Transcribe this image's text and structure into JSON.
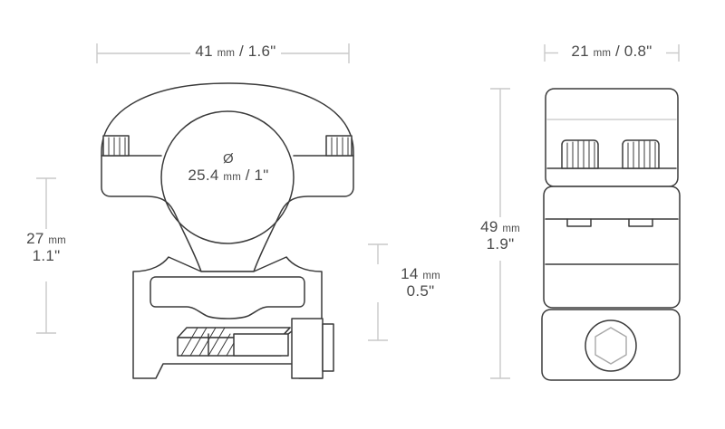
{
  "page": {
    "title": "Scope mount ring technical dimension drawing",
    "background_color": "#ffffff",
    "line_color": "#3a3a3a",
    "dimension_line_color": "#c9c9c9",
    "text_color": "#4a4a4a"
  },
  "dimensions": {
    "width_top": {
      "label": "width-41mm",
      "value": "41",
      "unit": "mm",
      "separator": "/",
      "imperial": "1.6\"",
      "full_text": "41 mm / 1.6\"",
      "orientation": "horizontal",
      "view": "front"
    },
    "width_side": {
      "label": "width-21mm",
      "value": "21",
      "unit": "mm",
      "separator": "/",
      "imperial": "0.8\"",
      "full_text": "21 mm / 0.8\"",
      "orientation": "horizontal",
      "view": "side"
    },
    "height_left": {
      "label": "height-27mm",
      "value": "27",
      "unit": "mm",
      "imperial": "1.1\"",
      "full_text": "27 mm 1.1\"",
      "orientation": "vertical",
      "view": "front"
    },
    "height_base": {
      "label": "height-14mm",
      "value": "14",
      "unit": "mm",
      "imperial": "0.5\"",
      "full_text": "14 mm 0.5\"",
      "orientation": "vertical",
      "view": "front"
    },
    "height_side": {
      "label": "height-49mm",
      "value": "49",
      "unit": "mm",
      "imperial": "1.9\"",
      "full_text": "49 mm 1.9\"",
      "orientation": "vertical",
      "view": "side"
    },
    "bore_diameter": {
      "label": "bore-diameter",
      "symbol": "Ø",
      "value": "25.4",
      "unit": "mm",
      "separator": "/",
      "imperial": "1\"",
      "full_text": "Ø 25.4 mm / 1\"",
      "orientation": "vertical",
      "view": "front"
    }
  },
  "views": {
    "front": {
      "name": "front-elevation",
      "features": [
        "scope-ring-bore",
        "left-clamp-screw",
        "right-clamp-screw",
        "recoil-slot",
        "rail-clamp-bolt"
      ]
    },
    "side": {
      "name": "side-elevation",
      "features": [
        "upper-ring-body",
        "knurled-screw-left",
        "knurled-screw-right",
        "mid-body",
        "hex-socket-bolt"
      ]
    }
  }
}
